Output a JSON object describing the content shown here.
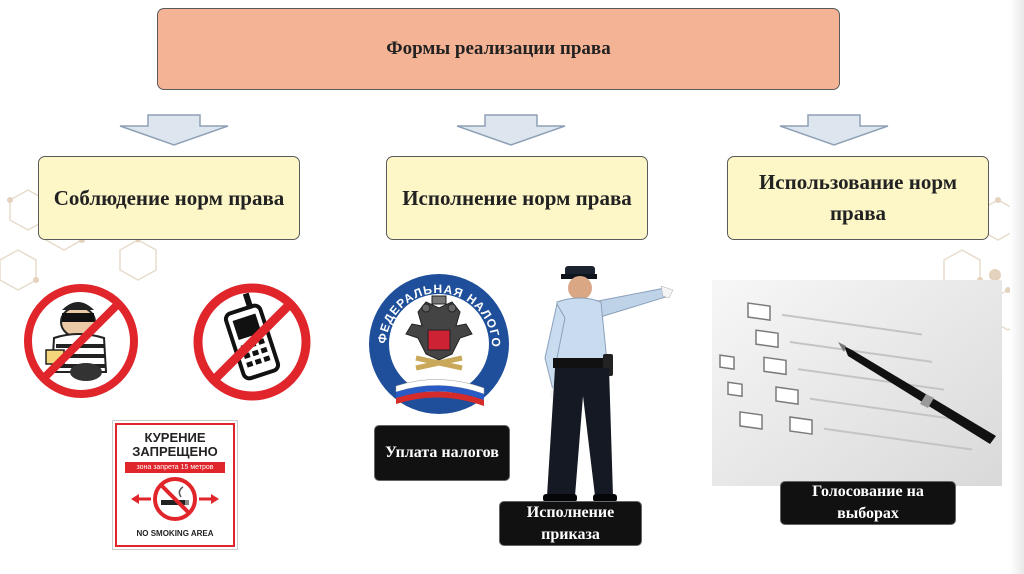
{
  "title": "Формы реализации права",
  "categories": [
    {
      "label": "Соблюдение норм права"
    },
    {
      "label": "Исполнение норм права"
    },
    {
      "label": "Использование норм права"
    }
  ],
  "captions": {
    "taxes": "Уплата налогов",
    "order": "Исполнение приказа",
    "voting": "Голосование на выборах"
  },
  "no_smoking_sign": {
    "line1": "КУРЕНИЕ",
    "line2": "ЗАПРЕЩЕНО",
    "zone": "зона запрета 15 метров",
    "bottom": "NO SMOKING AREA"
  },
  "tax_emblem_text": "ФЕДЕРАЛЬНАЯ НАЛОГОВАЯ СЛУЖБА",
  "colors": {
    "title_box": "#f4b394",
    "category_box": "#fdf7c8",
    "prohibit_red": "#e0252b",
    "emblem_blue": "#1f4f9a"
  }
}
